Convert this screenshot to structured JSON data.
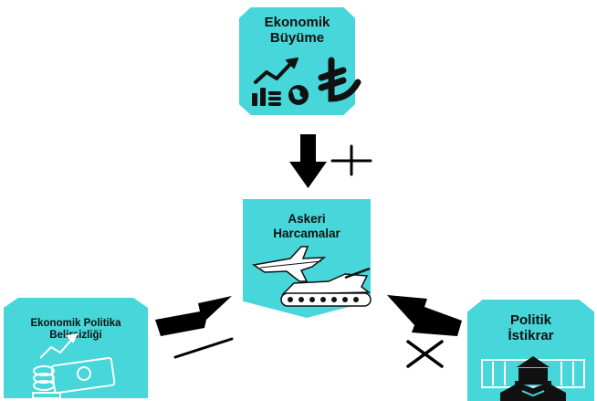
{
  "colors": {
    "box_fill": "#47d6d9",
    "arrow": "#000000",
    "line_art": "#111111",
    "white_art": "#ffffff"
  },
  "nodes": {
    "growth": {
      "line1": "Ekonomik",
      "line2": "Büyüme",
      "icons": [
        "growth-chart-icon",
        "coin-stack-icon",
        "globe-icon",
        "lira-icon"
      ]
    },
    "military": {
      "line1": "Askeri",
      "line2": "Harcamalar",
      "icons": [
        "fighter-jet-icon",
        "tank-icon"
      ]
    },
    "policy": {
      "line1": "Ekonomik Politika",
      "line2": "Belirsizliği",
      "icons": [
        "money-chart-icon"
      ]
    },
    "stability": {
      "line1": "Politik",
      "line2": "İstikrar",
      "icons": [
        "government-building-icon",
        "handshake-icon"
      ]
    }
  },
  "edges": [
    {
      "from": "growth",
      "to": "military",
      "sign": "+",
      "meaning": "positive"
    },
    {
      "from": "policy",
      "to": "military",
      "sign": "—",
      "meaning": "negative"
    },
    {
      "from": "stability",
      "to": "military",
      "sign": "×",
      "meaning": "no effect"
    }
  ]
}
